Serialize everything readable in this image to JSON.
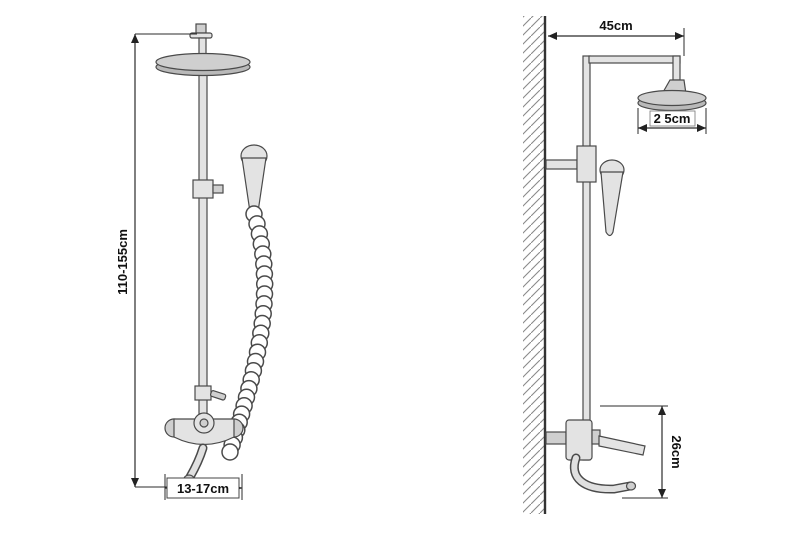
{
  "diagram": {
    "kind": "shower-set-technical-drawing",
    "views": {
      "left": "front-elevation",
      "right": "wall-side-section"
    }
  },
  "labels": {
    "left_height": "110-155cm",
    "left_width": "13-17cm",
    "right_top_width": "45cm",
    "right_head_width": "2 5cm",
    "right_mixer_height": "26cm"
  },
  "colors": {
    "background": "#ffffff",
    "line": "#4a4a4a",
    "dimension": "#2b2b2b",
    "metal_light": "#e3e3e3",
    "metal_mid": "#cfcfcf"
  }
}
